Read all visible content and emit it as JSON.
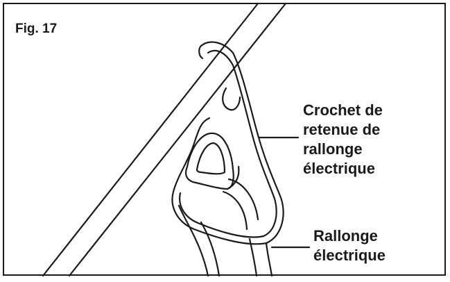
{
  "figure": {
    "title": "Fig. 17"
  },
  "callouts": {
    "hook": {
      "lines": [
        "Crochet de",
        "retenue de",
        "rallonge",
        "électrique"
      ]
    },
    "cord": {
      "lines": [
        "Rallonge",
        "électrique"
      ]
    }
  },
  "colors": {
    "line": "#1a1a1a",
    "background": "#ffffff"
  }
}
